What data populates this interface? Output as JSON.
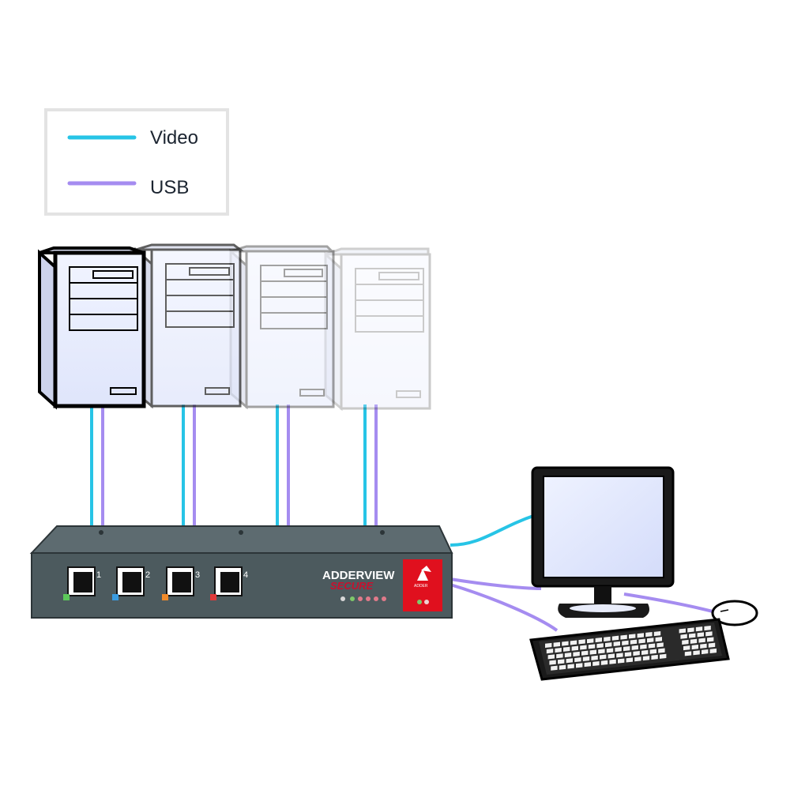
{
  "legend": {
    "items": [
      {
        "label": "Video",
        "color": "#27c4e6"
      },
      {
        "label": "USB",
        "color": "#a58cf0"
      }
    ]
  },
  "computers": [
    {
      "name": "computer-1",
      "state": "active"
    },
    {
      "name": "computer-2",
      "state": "faded"
    },
    {
      "name": "computer-3",
      "state": "faded"
    },
    {
      "name": "computer-4",
      "state": "faded"
    }
  ],
  "kvm_switch": {
    "brand_top": "ADDERVIEW",
    "brand_bottom": "SECURE",
    "ports": [
      {
        "label": "1",
        "led_color": "#5cc85a"
      },
      {
        "label": "2",
        "led_color": "#3a9be0"
      },
      {
        "label": "3",
        "led_color": "#f08a2a"
      },
      {
        "label": "4",
        "led_color": "#e03a3a"
      }
    ],
    "logo_text": "ADDER",
    "body_color": "#4c5a5e",
    "logo_color": "#e0101e"
  },
  "peripherals": [
    "monitor",
    "keyboard",
    "mouse"
  ]
}
